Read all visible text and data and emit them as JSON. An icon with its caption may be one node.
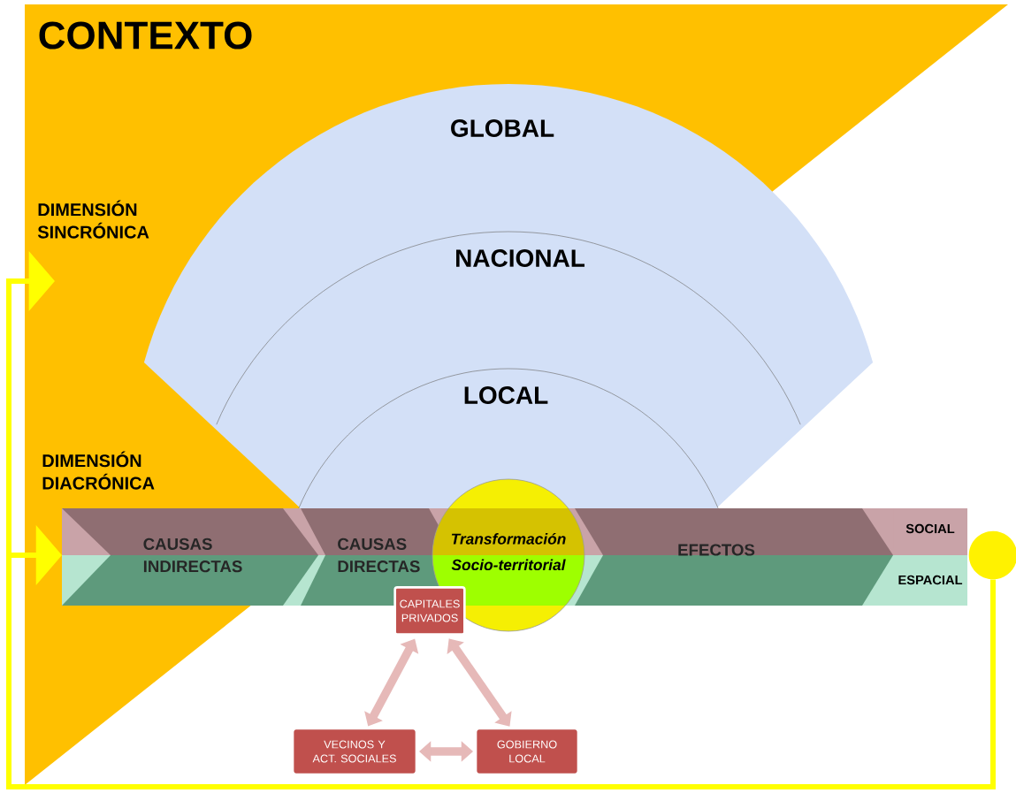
{
  "diagram": {
    "title": "CONTEXTO",
    "nodes": [
      {
        "text": [
          "GLOBAL"
        ]
      },
      {
        "text": [
          "NACIONAL"
        ],
        "in": 0
      },
      {
        "text": [
          "LOCAL"
        ],
        "in": 1
      },
      {
        "text": [
          "CAUSAS INDIRECTAS"
        ]
      },
      {
        "text": [
          "CAUSAS DIRECTAS"
        ]
      },
      {
        "text": [
          "Transformación Socio-territorial"
        ]
      },
      {
        "text": [
          "EFECTOS"
        ]
      },
      {
        "text": [
          "SOCIAL"
        ]
      },
      {
        "text": [
          "ESPACIAL"
        ]
      },
      {
        "text": [
          "CAPITALES PRIVADOS"
        ]
      },
      {
        "text": [
          "VECINOS Y ACT. SOCIALES"
        ]
      },
      {
        "text": [
          "GOBIERNO LOCAL"
        ]
      },
      {
        "text": [],
        "shape": "circle"
      }
    ],
    "edges": [
      {
        "from": 12,
        "to": null,
        "arrow": "to",
        "color": "#ffff00"
      },
      {
        "from": 12,
        "to": 3,
        "arrow": "to",
        "color": "#ffff00"
      },
      {
        "from": 10,
        "to": 9,
        "arrow": "both"
      },
      {
        "from": 9,
        "to": 11,
        "arrow": "both"
      },
      {
        "from": 10,
        "to": 11,
        "arrow": "both"
      }
    ],
    "labels": [
      "DIMENSIÓN SINCRÓNICA",
      "DIMENSIÓN DIACRÓNICA"
    ]
  }
}
